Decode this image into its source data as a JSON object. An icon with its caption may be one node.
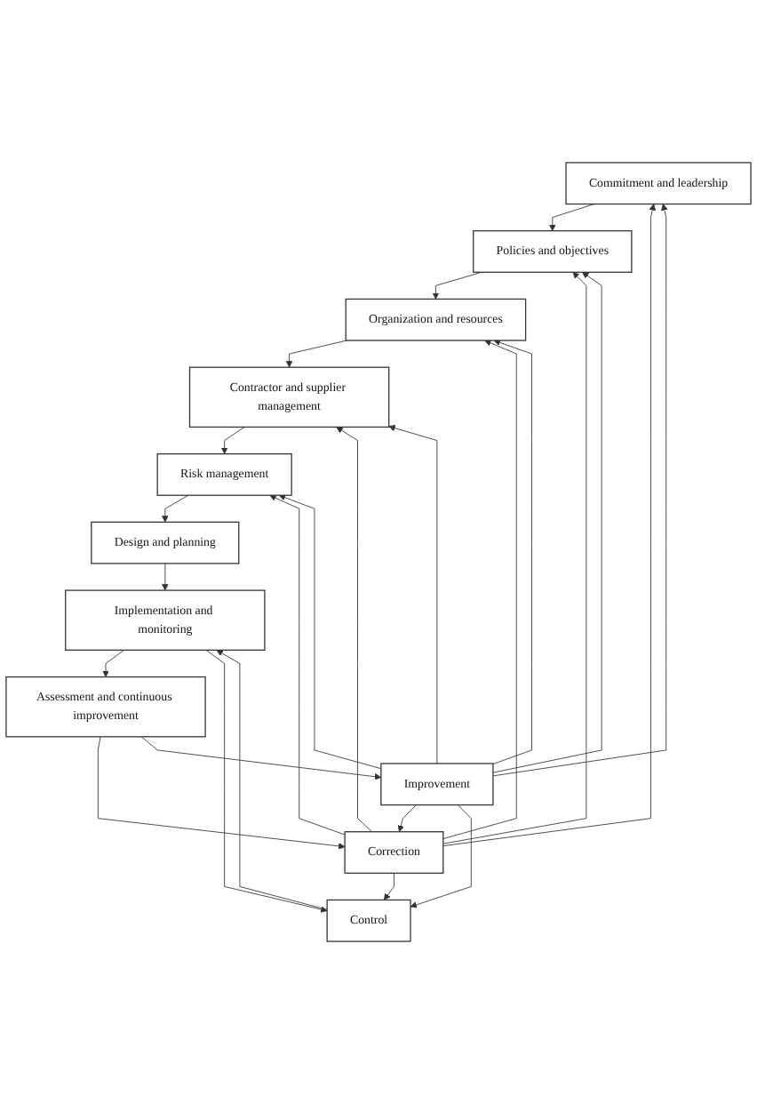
{
  "diagram": {
    "nodes": [
      {
        "text": [
          "Commitment and leadership"
        ]
      },
      {
        "text": [
          "Policies and objectives"
        ]
      },
      {
        "text": [
          "Organization and resources"
        ]
      },
      {
        "text": [
          "Contractor and supplier management"
        ]
      },
      {
        "text": [
          "Risk management"
        ]
      },
      {
        "text": [
          "Design and planning"
        ]
      },
      {
        "text": [
          "Implementation and monitoring"
        ]
      },
      {
        "text": [
          "Assessment and continuous improvement"
        ]
      },
      {
        "text": [
          "Improvement"
        ]
      },
      {
        "text": [
          "Correction"
        ]
      },
      {
        "text": [
          "Control"
        ]
      }
    ],
    "edges": [
      {
        "from": 0,
        "to": 1,
        "arrow": "to"
      },
      {
        "from": 1,
        "to": 2,
        "arrow": "to"
      },
      {
        "from": 2,
        "to": 3,
        "arrow": "to"
      },
      {
        "from": 3,
        "to": 4,
        "arrow": "to"
      },
      {
        "from": 4,
        "to": 5,
        "arrow": "to"
      },
      {
        "from": 5,
        "to": 6,
        "arrow": "to"
      },
      {
        "from": 6,
        "to": 7,
        "arrow": "to"
      },
      {
        "from": 8,
        "to": 0,
        "arrow": "to"
      },
      {
        "from": 8,
        "to": 1,
        "arrow": "to"
      },
      {
        "from": 8,
        "to": 2,
        "arrow": "to"
      },
      {
        "from": 8,
        "to": 3,
        "arrow": "to"
      },
      {
        "from": 8,
        "to": 4,
        "arrow": "to"
      },
      {
        "from": 8,
        "to": 9,
        "arrow": "to"
      },
      {
        "from": 8,
        "to": 10,
        "arrow": "to"
      },
      {
        "from": 9,
        "to": 0,
        "arrow": "to"
      },
      {
        "from": 9,
        "to": 1,
        "arrow": "to"
      },
      {
        "from": 9,
        "to": 2,
        "arrow": "to"
      },
      {
        "from": 9,
        "to": 3,
        "arrow": "to"
      },
      {
        "from": 9,
        "to": 4,
        "arrow": "to"
      },
      {
        "from": 9,
        "to": 10,
        "arrow": "to"
      },
      {
        "from": 10,
        "to": 6,
        "arrow": "to"
      },
      {
        "from": 6,
        "to": 10,
        "arrow": "to"
      },
      {
        "from": 7,
        "to": 9,
        "arrow": "to"
      },
      {
        "from": 7,
        "to": 8,
        "arrow": "to"
      }
    ]
  }
}
